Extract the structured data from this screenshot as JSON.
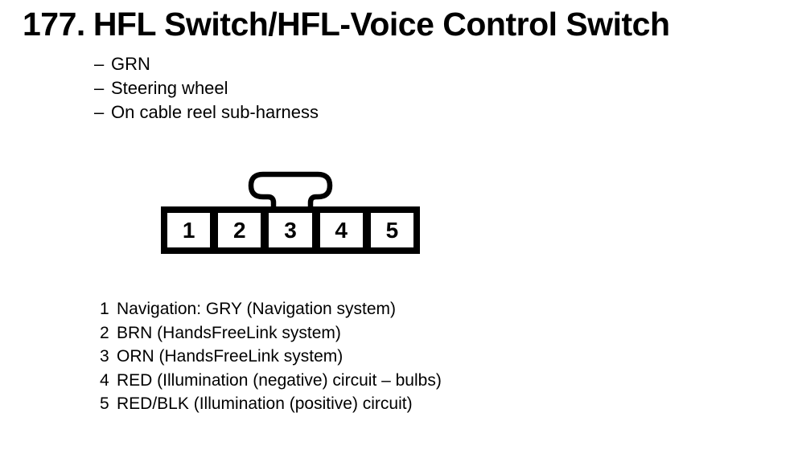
{
  "document": {
    "item_number": "177.",
    "title": "HFL Switch/HFL-Voice Control Switch",
    "bullet_marker": "–",
    "bullets": [
      "GRN",
      "Steering wheel",
      "On cable reel sub-harness"
    ]
  },
  "connector": {
    "description": "5-cavity connector, front view with top locking tab",
    "pins": [
      "1",
      "2",
      "3",
      "4",
      "5"
    ]
  },
  "legend": [
    {
      "pin": "1",
      "desc": "Navigation: GRY (Navigation system)"
    },
    {
      "pin": "2",
      "desc": "BRN (HandsFreeLink system)"
    },
    {
      "pin": "3",
      "desc": "ORN (HandsFreeLink system)"
    },
    {
      "pin": "4",
      "desc": "RED (Illumination (negative) circuit – bulbs)"
    },
    {
      "pin": "5",
      "desc": "RED/BLK (Illumination (positive) circuit)"
    }
  ],
  "colors": {
    "ink": "#000000",
    "background": "#ffffff"
  }
}
